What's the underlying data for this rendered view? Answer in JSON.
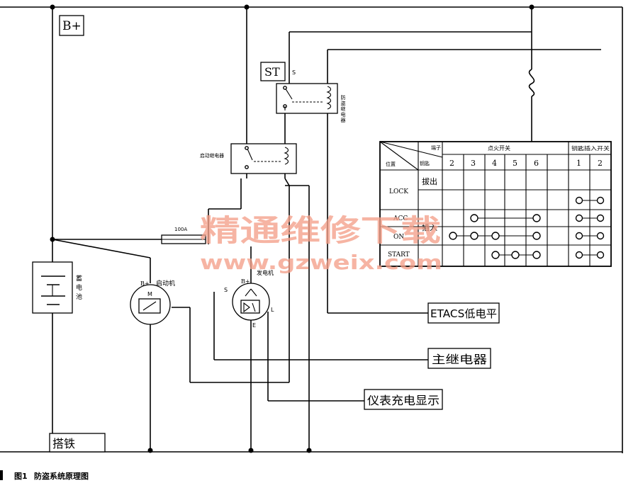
{
  "labels": {
    "b_plus_top": "B+",
    "st": "ST",
    "s_terminal": "S",
    "theft_relay": "防盗继电器",
    "start_relay": "启动继电器",
    "fuse": "100A",
    "battery": "蓄电池",
    "starter_b_plus": "B+",
    "starter": "启动机",
    "starter_m": "M",
    "alt_b_plus": "B+",
    "alternator": "发电机",
    "alt_s": "S",
    "alt_l": "L",
    "alt_e": "E",
    "etacs": "ETACS低电平",
    "main_relay": "主继电器",
    "meter": "仪表充电显示",
    "ground": "搭铁",
    "caption_num": "图1",
    "caption_text": "防盗系统原理图"
  },
  "table": {
    "terminal_header": "端子",
    "key_header": "钥匙",
    "position_header": "位置",
    "ignition_group": "点火开关",
    "key_switch_group": "钥匙插入开关",
    "ignition_terminals": [
      "2",
      "3",
      "4",
      "5",
      "6"
    ],
    "key_terminals": [
      "1",
      "2"
    ],
    "positions": [
      "LOCK",
      "ACC",
      "ON",
      "START"
    ],
    "key_states": [
      "拔出",
      "插入"
    ]
  },
  "watermark": {
    "line1": "精通维修下载",
    "line2": "www.gzweix.com"
  }
}
